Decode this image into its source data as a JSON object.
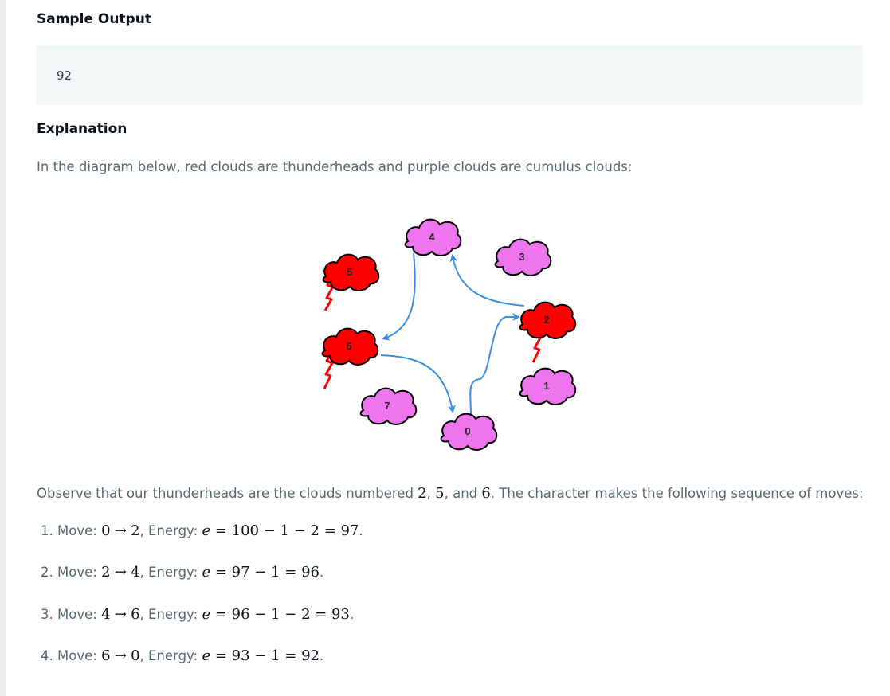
{
  "sample_output": {
    "heading": "Sample Output",
    "value": "92"
  },
  "explanation": {
    "heading": "Explanation",
    "intro": "In the diagram below, red clouds are thunderheads and purple clouds are cumulus clouds:",
    "observe_prefix": "Observe that our thunderheads are the clouds numbered ",
    "thunderheads": [
      "2",
      "5",
      "6"
    ],
    "observe_and": "and",
    "observe_suffix": ". The character makes the following sequence of moves:"
  },
  "diagram": {
    "colors": {
      "thunderhead": "#ff0000",
      "cumulus": "#ee75ee",
      "arrow": "#3b8ee6"
    },
    "clouds": [
      {
        "label": "0",
        "kind": "cumulus"
      },
      {
        "label": "1",
        "kind": "cumulus"
      },
      {
        "label": "2",
        "kind": "thunderhead"
      },
      {
        "label": "3",
        "kind": "cumulus"
      },
      {
        "label": "4",
        "kind": "cumulus"
      },
      {
        "label": "5",
        "kind": "thunderhead"
      },
      {
        "label": "6",
        "kind": "thunderhead"
      },
      {
        "label": "7",
        "kind": "cumulus"
      }
    ],
    "moves": [
      {
        "from": "0",
        "to": "2"
      },
      {
        "from": "2",
        "to": "4"
      },
      {
        "from": "4",
        "to": "6"
      },
      {
        "from": "6",
        "to": "0"
      }
    ]
  },
  "steps": [
    {
      "num": "1.",
      "move_label": "Move:",
      "from": "0",
      "to": "2",
      "energy_label": ", Energy:",
      "expr": "100 − 1 − 2 = 97",
      "end": "."
    },
    {
      "num": "2.",
      "move_label": "Move:",
      "from": "2",
      "to": "4",
      "energy_label": ", Energy:",
      "expr": "97 − 1 = 96",
      "end": "."
    },
    {
      "num": "3.",
      "move_label": "Move:",
      "from": "4",
      "to": "6",
      "energy_label": ", Energy:",
      "expr": "96 − 1 − 2 = 93",
      "end": "."
    },
    {
      "num": "4.",
      "move_label": "Move:",
      "from": "6",
      "to": "0",
      "energy_label": ", Energy:",
      "expr": "93 − 1 = 92",
      "end": "."
    }
  ],
  "math": {
    "var": "e",
    "eq": "=",
    "arrow": "→"
  }
}
